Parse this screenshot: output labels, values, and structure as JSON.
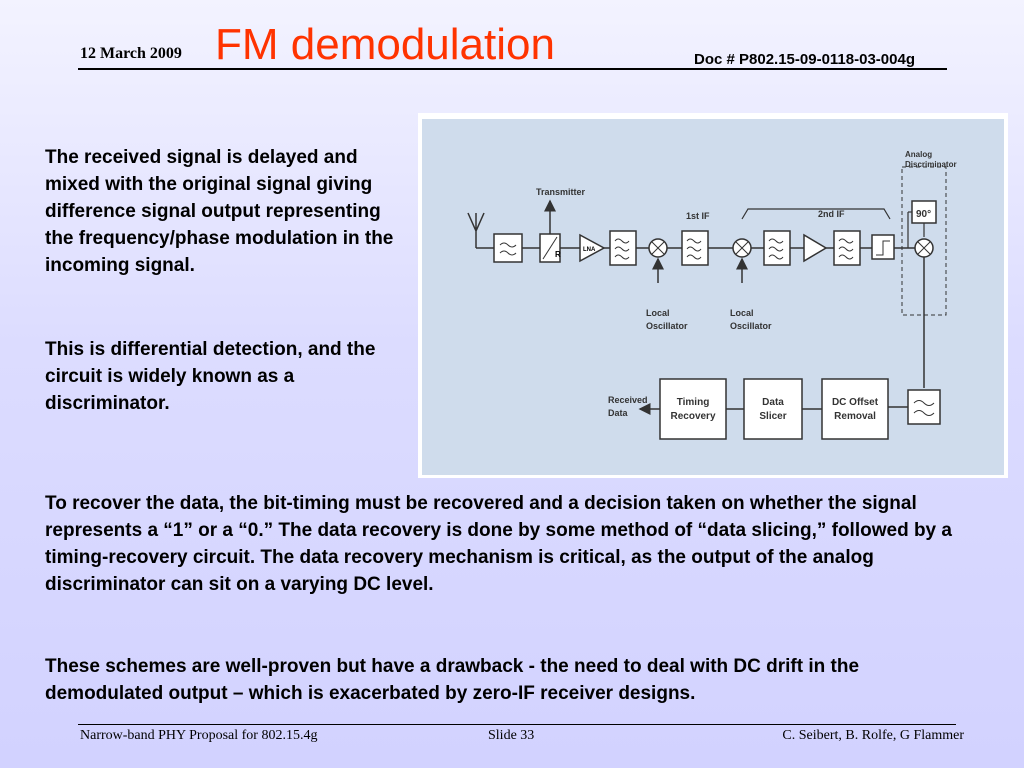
{
  "header": {
    "date": "12 March 2009",
    "title": "FM demodulation",
    "doc_number": "Doc # P802.15-09-0118-03-004g"
  },
  "body": {
    "paragraph1": "The received signal is delayed and mixed with the original signal giving difference signal output representing the frequency/phase modulation in the incoming signal.",
    "paragraph2": "This is differential detection, and the circuit is widely known as a discriminator.",
    "paragraph3": "To recover the data, the bit-timing must be recovered and a decision taken on whether the signal represents a “1” or a “0.” The data recovery is done by some method of “data slicing,” followed by a timing-recovery circuit. The data recovery mechanism is critical, as the output of the analog discriminator can sit on a varying DC level.",
    "paragraph4": "These schemes are well-proven but have a drawback - the need to deal with DC drift in the demodulated output – which is exacerbated by zero-IF receiver designs."
  },
  "diagram": {
    "transmitter": "Transmitter",
    "if1": "1st IF",
    "if2": "2nd IF",
    "analog_disc_line1": "Analog",
    "analog_disc_line2": "Discriminator",
    "phase90": "90°",
    "lna": "LNA",
    "lo1_line1": "Local",
    "lo1_line2": "Oscillator",
    "lo2_line1": "Local",
    "lo2_line2": "Oscillator",
    "received_line1": "Received",
    "received_line2": "Data",
    "timing_line1": "Timing",
    "timing_line2": "Recovery",
    "slicer_line1": "Data",
    "slicer_line2": "Slicer",
    "dc_line1": "DC Offset",
    "dc_line2": "Removal"
  },
  "footer": {
    "left": "Narrow-band PHY Proposal for 802.15.4g",
    "center": "Slide 33",
    "right": "C. Seibert, B. Rolfe, G Flammer"
  }
}
